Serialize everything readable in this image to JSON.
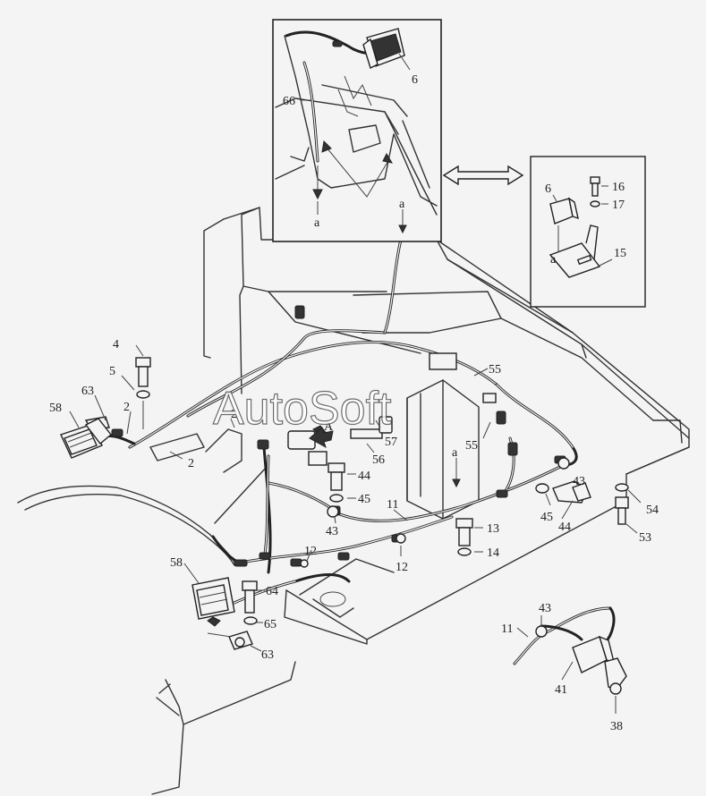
{
  "watermark": "AutoSoft",
  "detail_markers": {
    "top_left": "a",
    "top_right": "a",
    "right_box": "a",
    "center": "a",
    "view_arrow": "A"
  },
  "callouts": {
    "n6a": "6",
    "n66": "66",
    "n6b": "6",
    "n16": "16",
    "n17": "17",
    "n15": "15",
    "n4": "4",
    "n5": "5",
    "n63a": "63",
    "n58a": "58",
    "n2a": "2",
    "n2b": "2",
    "n2c": "2",
    "n55a": "55",
    "n55b": "55",
    "n57": "57",
    "n56": "56",
    "n44a": "44",
    "n45a": "45",
    "n43a": "43",
    "n43b": "43",
    "n11a": "11",
    "n13": "13",
    "n14": "14",
    "n12a": "12",
    "n12b": "12",
    "n45b": "45",
    "n44b": "44",
    "n54": "54",
    "n53": "53",
    "n58b": "58",
    "n64": "64",
    "n65": "65",
    "n63b": "63",
    "n43c": "43",
    "n11b": "11",
    "n41": "41",
    "n38": "38"
  }
}
